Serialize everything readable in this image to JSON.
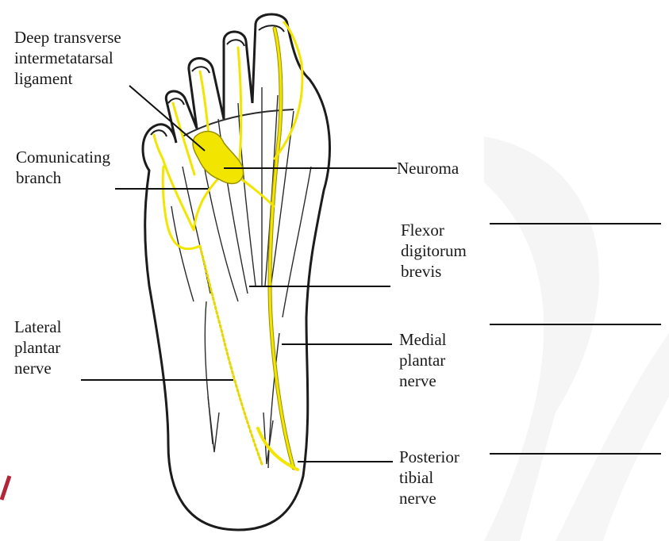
{
  "labels": {
    "ligament": [
      "Deep transverse",
      "intermetatarsal",
      "ligament"
    ],
    "communicating": [
      "Comunicating",
      "branch"
    ],
    "neuroma": [
      "Neuroma"
    ],
    "flexor": [
      "Flexor",
      "digitorum",
      "brevis"
    ],
    "lateral": [
      "Lateral",
      "plantar",
      "nerve"
    ],
    "medial": [
      "Medial",
      "plantar",
      "nerve"
    ],
    "tibial": [
      "Posterior",
      "tibial",
      "nerve"
    ]
  },
  "colors": {
    "nerve": "#f2e600",
    "nerve_outline": "#9a8f00",
    "outline": "#1c1c1c",
    "leader": "#111111",
    "watermark": "#f4f4f4",
    "accent": "#b3263a"
  }
}
